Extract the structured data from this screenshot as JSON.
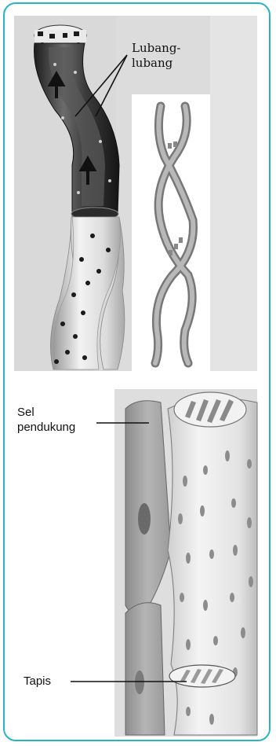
{
  "labels": {
    "pores_line1": "Lubang-",
    "pores_line2": "lubang",
    "companion_line1": "Sel",
    "companion_line2": "pendukung",
    "sieve": "Tapis"
  },
  "colors": {
    "frame": "#27b4c8",
    "tube_dark": "#3a3a3a",
    "tube_light": "#d9d9d9",
    "pore": "#222222",
    "background_gray": "#d8d8d8"
  }
}
